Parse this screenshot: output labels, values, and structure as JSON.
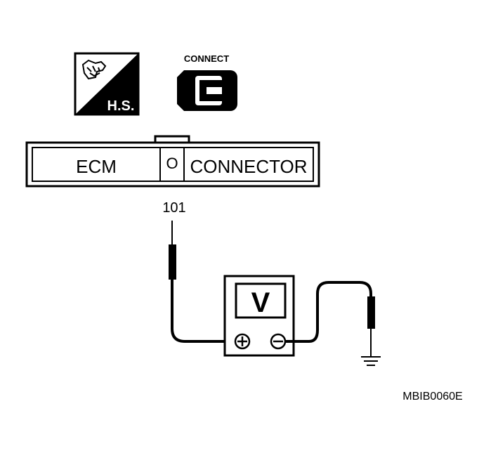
{
  "icons": {
    "hand_tool": {
      "name": "hand-tool-icon",
      "label": "H.S."
    },
    "connect": {
      "name": "connector-connect-icon",
      "label": "CONNECT"
    }
  },
  "ecm_connector": {
    "left_label": "ECM",
    "right_label": "CONNECTOR",
    "terminal_symbol": "O"
  },
  "terminal": {
    "number": "101"
  },
  "voltmeter": {
    "display": "V",
    "positive_symbol": "+",
    "negative_symbol": "−"
  },
  "ground": {
    "symbol": "ground-symbol-icon"
  },
  "figure_code": "MBIB0060E",
  "colors": {
    "ink": "#000000",
    "paper": "#ffffff"
  }
}
